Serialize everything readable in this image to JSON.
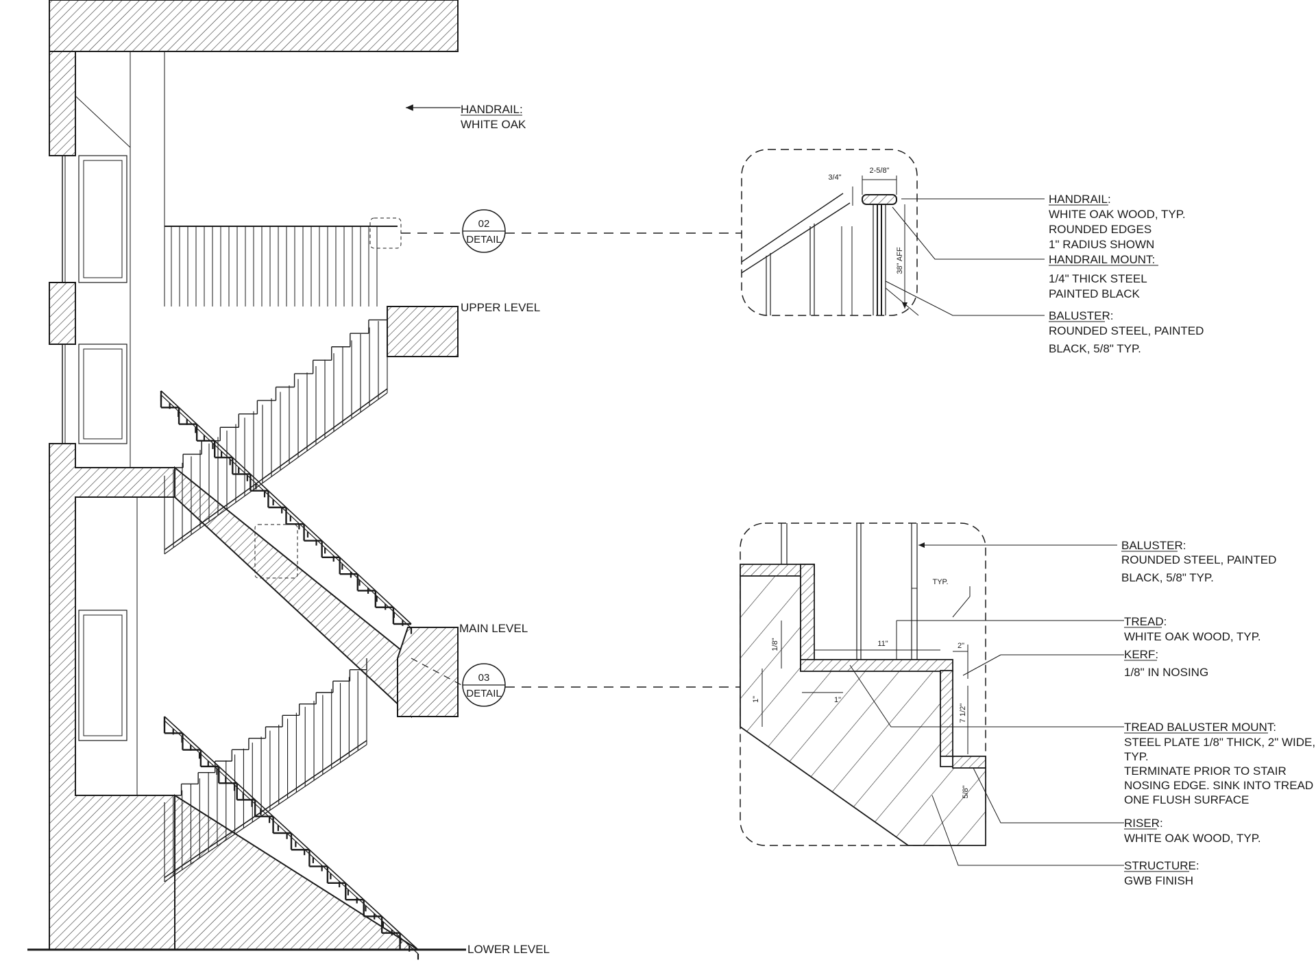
{
  "section": {
    "callout_handrail": {
      "title": "HANDRAIL:",
      "material": "WHITE OAK"
    },
    "levels": {
      "upper": "UPPER LEVEL",
      "main": "MAIN LEVEL",
      "lower": "LOWER LEVEL"
    },
    "detail_tags": [
      {
        "number": "02",
        "label": "DETAIL"
      },
      {
        "number": "03",
        "label": "DETAIL"
      }
    ]
  },
  "detail_02": {
    "dimensions": {
      "rail_width": "2-5/8\"",
      "rail_thickness": "3/4\"",
      "height": "38\" AFF"
    },
    "notes": [
      {
        "title": "HANDRAIL:",
        "lines": [
          "WHITE OAK WOOD, TYP.",
          "ROUNDED EDGES",
          "1\" RADIUS SHOWN"
        ]
      },
      {
        "title": "HANDRAIL MOUNT:",
        "lines": [
          "1/4\" THICK STEEL",
          "PAINTED BLACK"
        ]
      },
      {
        "title": "BALUSTER:",
        "lines": [
          "ROUNDED STEEL, PAINTED",
          "BLACK, 5/8\" TYP."
        ]
      }
    ]
  },
  "detail_03": {
    "dimensions": {
      "tread_depth": "11\"",
      "nosing": "2\"",
      "riser_height": "7 1/2\"",
      "one_a": "1\"",
      "one_b": "1\"",
      "typ": "TYP.",
      "eighth": "1/8\"",
      "five_eighths": "5/8\""
    },
    "notes": [
      {
        "title": "BALUSTER:",
        "lines": [
          "ROUNDED STEEL, PAINTED",
          "BLACK, 5/8\" TYP."
        ]
      },
      {
        "title": "TREAD:",
        "lines": [
          "WHITE OAK WOOD, TYP."
        ]
      },
      {
        "title": "KERF:",
        "lines": [
          "1/8\" IN NOSING"
        ]
      },
      {
        "title": "TREAD BALUSTER MOUNT:",
        "lines": [
          "STEEL PLATE 1/8\" THICK, 2\" WIDE,",
          "TYP.",
          "TERMINATE PRIOR TO STAIR",
          "NOSING EDGE. SINK INTO TREAD -",
          "ONE FLUSH SURFACE"
        ]
      },
      {
        "title": "RISER:",
        "lines": [
          "WHITE OAK WOOD, TYP."
        ]
      },
      {
        "title": "STRUCTURE:",
        "lines": [
          "GWB FINISH"
        ]
      }
    ]
  }
}
